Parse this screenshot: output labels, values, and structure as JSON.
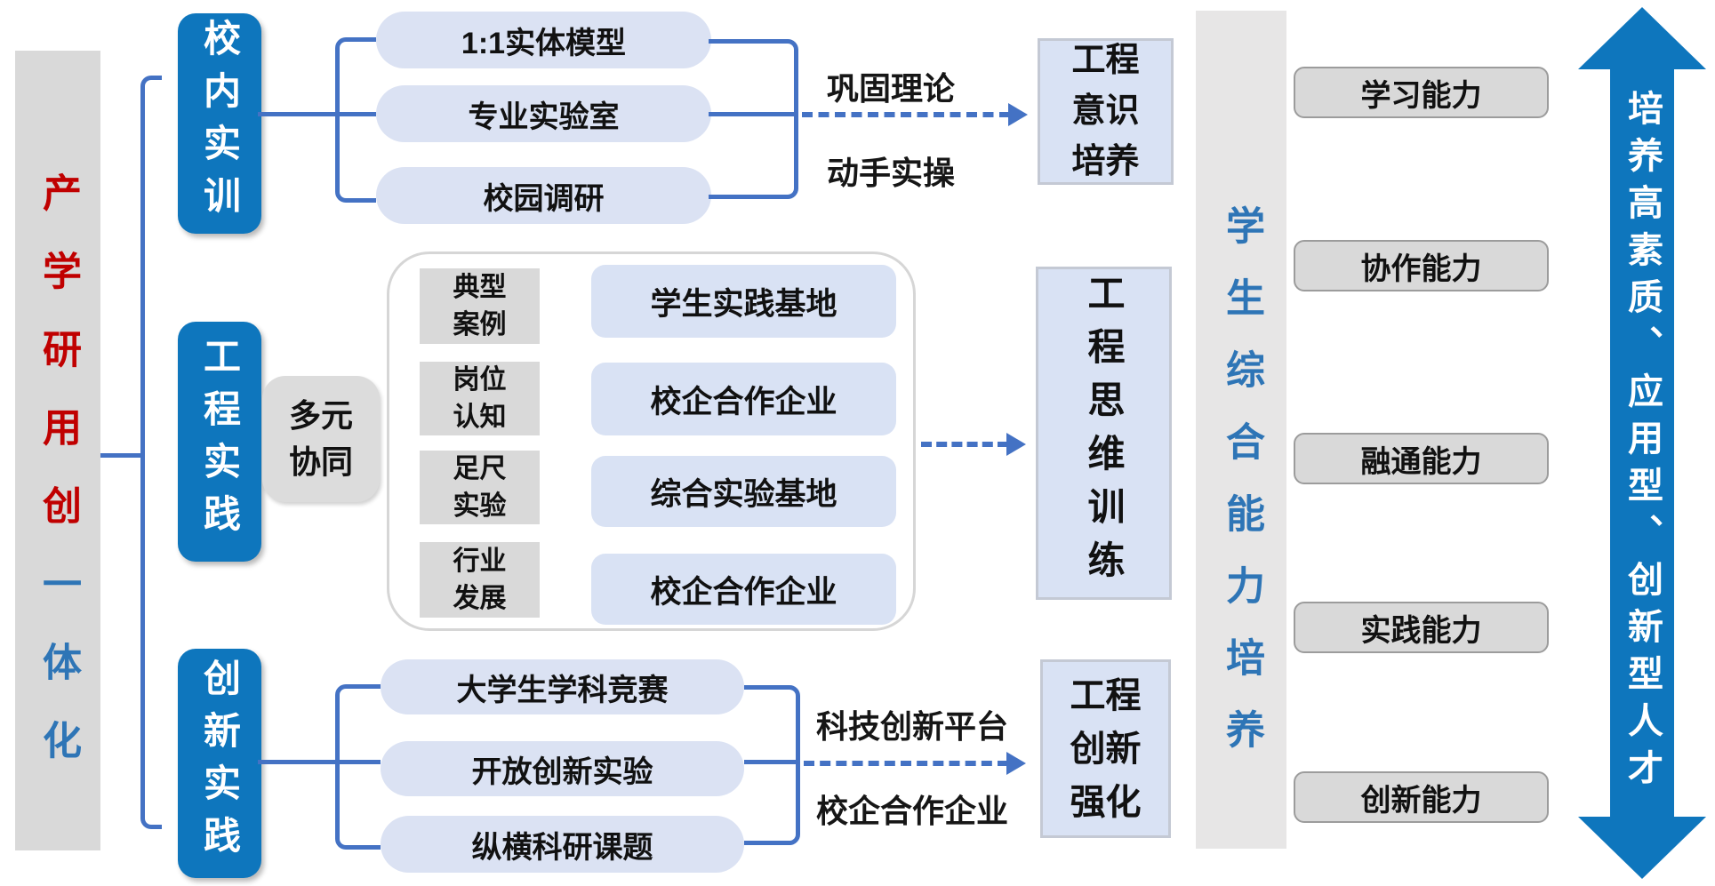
{
  "left_bar": {
    "red_text": "产学研用创",
    "blue_text": "一体化"
  },
  "campus": {
    "box": "校内实训",
    "pills": [
      "1:1实体模型",
      "专业实验室",
      "校园调研"
    ],
    "note_top": "巩固理论",
    "note_bottom": "动手实操",
    "target": "工程意识培养"
  },
  "engineering": {
    "box": "工程实践",
    "connector": "多元协同",
    "tags": [
      "典型案例",
      "岗位认知",
      "足尺实验",
      "行业发展"
    ],
    "items": [
      "学生实践基地",
      "校企合作企业",
      "综合实验基地",
      "校企合作企业"
    ],
    "target": "工程思维训练"
  },
  "innovation": {
    "box": "创新实践",
    "pills": [
      "大学生学科竞赛",
      "开放创新实验",
      "纵横科研课题"
    ],
    "note_top": "科技创新平台",
    "note_bottom": "校企合作企业",
    "target": "工程创新强化"
  },
  "outcome": {
    "bar": "学生综合能力培养",
    "abilities": [
      "学习能力",
      "协作能力",
      "融通能力",
      "实践能力",
      "创新能力"
    ],
    "arrow_text": "培养高素质、应用型、创新型人才"
  },
  "colors": {
    "accent_blue": "#0e76bd",
    "connector_blue": "#4472c4",
    "red_text": "#c00000",
    "blue_text": "#2e75b6",
    "lavender": "#d9e2f4",
    "gray": "#d9d9d9"
  }
}
